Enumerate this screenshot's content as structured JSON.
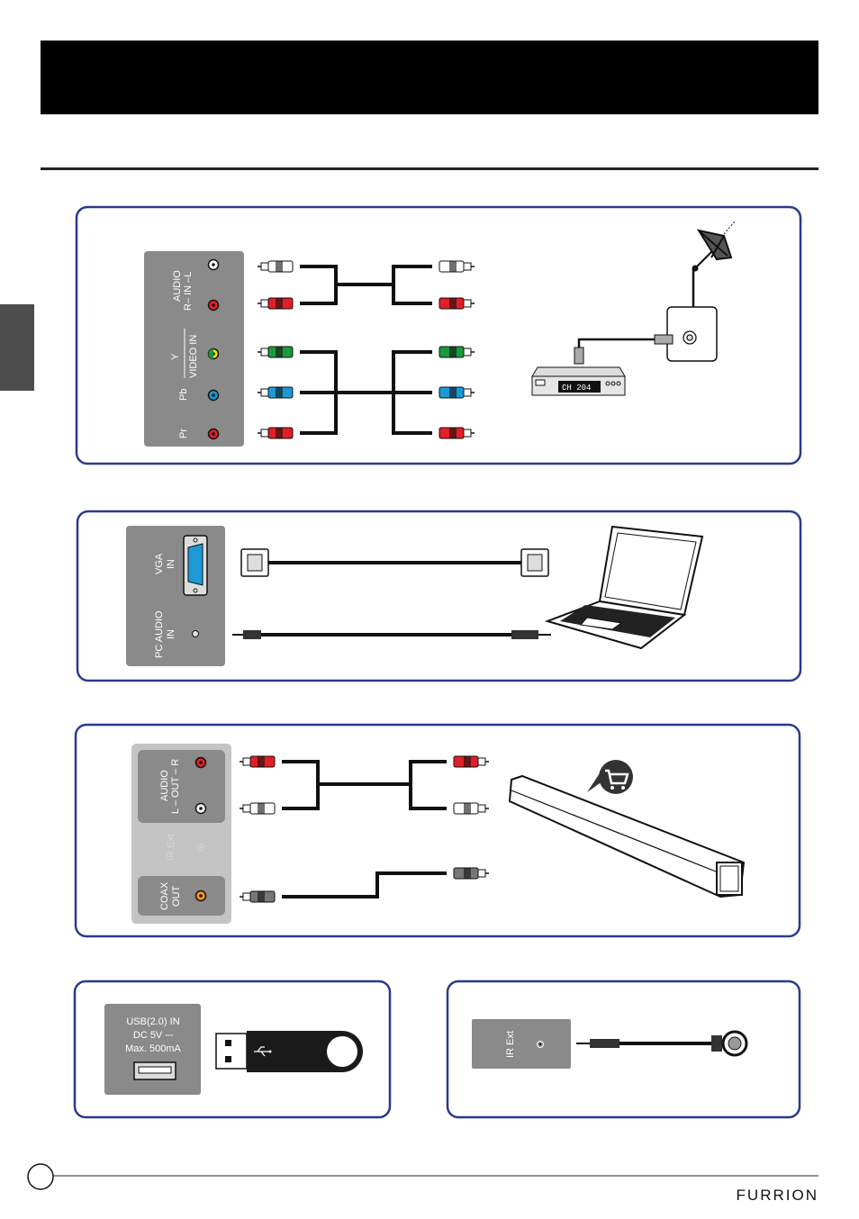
{
  "header": {
    "bar_color": "#000000"
  },
  "colors": {
    "panel_border": "#2b3990",
    "port_panel": "#8a8a8a",
    "port_panel_light": "#c4c4c4",
    "side_tab": "#4d4d4d"
  },
  "component_panel": {
    "audio_label": "AUDIO",
    "audio_sub": "R–  IN  –L",
    "y_label": "Y",
    "video_label": "VIDEO IN",
    "pb_label": "Pb",
    "pr_label": "Pr",
    "plug_colors": [
      "#ffffff",
      "#e41e26",
      "#1a9a3c",
      "#1b9ad6",
      "#e41e26"
    ],
    "stb_display": "CH 204"
  },
  "vga_panel": {
    "vga_label": "VGA",
    "vga_sub": "IN",
    "pcaudio_label": "PC AUDIO",
    "pcaudio_sub": "IN"
  },
  "audio_out_panel": {
    "audio_label": "AUDIO",
    "audio_sub": "L – OUT – R",
    "irext_label": "IR Ext",
    "coax_label": "COAX",
    "coax_sub": "OUT",
    "plug_colors": [
      "#e41e26",
      "#ffffff",
      "#777777"
    ]
  },
  "usb_panel": {
    "line1": "USB(2.0) IN",
    "line2": "DC 5V ⎓",
    "line3": "Max. 500mA"
  },
  "irext_panel": {
    "label": "IR Ext"
  },
  "footer": {
    "brand": "FURRION"
  }
}
